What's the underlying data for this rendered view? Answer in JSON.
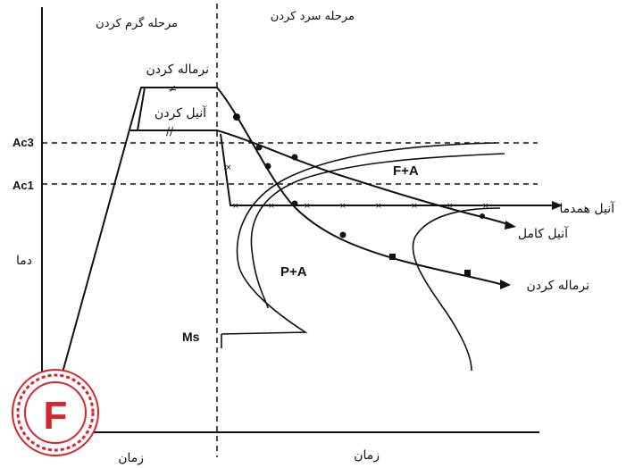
{
  "diagram": {
    "heating_stage": "مرحله گرم کردن",
    "cooling_stage": "مرحله سرد کردن",
    "normalizing_top": "نرماله کردن",
    "annealing_top": "آنیل کردن",
    "ac3": "Ac3",
    "ac1": "Ac1",
    "temperature_axis": "دما",
    "fa_region": "F+A",
    "pa_region": "P+A",
    "ms": "Ms",
    "isothermal_annealing": "آنیل همدما",
    "full_annealing": "آنیل کامل",
    "normalizing_curve": "نرماله کردن",
    "time_left": "زمان",
    "time_right": "زمان"
  },
  "logo": {
    "letter": "F",
    "color": "#d6262b"
  }
}
